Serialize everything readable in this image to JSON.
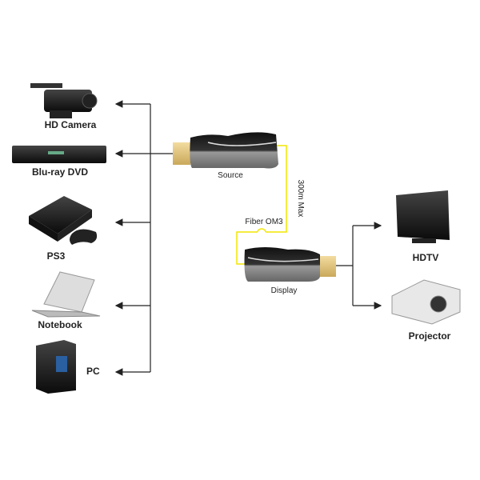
{
  "sources": [
    {
      "label": "HD Camera"
    },
    {
      "label": "Blu-ray DVD"
    },
    {
      "label": "PS3"
    },
    {
      "label": "Notebook"
    },
    {
      "label": "PC"
    }
  ],
  "adapters": {
    "source": "Source",
    "display": "Display"
  },
  "cable": {
    "type": "Fiber OM3",
    "length": "300m Max",
    "color": "#f2e600"
  },
  "displays": [
    {
      "label": "HDTV"
    },
    {
      "label": "Projector"
    }
  ]
}
